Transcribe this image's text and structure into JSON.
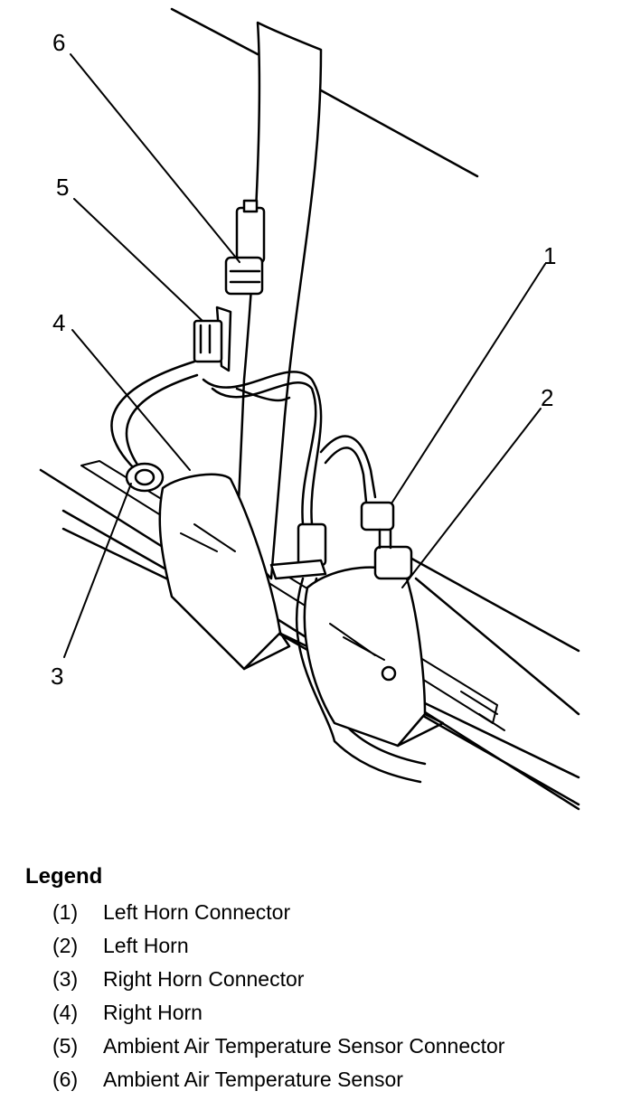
{
  "diagram": {
    "callouts": [
      "1",
      "2",
      "3",
      "4",
      "5",
      "6"
    ]
  },
  "legend": {
    "title": "Legend",
    "items": [
      {
        "num": "(1)",
        "label": "Left Horn Connector"
      },
      {
        "num": "(2)",
        "label": "Left Horn"
      },
      {
        "num": "(3)",
        "label": "Right Horn Connector"
      },
      {
        "num": "(4)",
        "label": "Right Horn"
      },
      {
        "num": "(5)",
        "label": "Ambient Air Temperature Sensor Connector"
      },
      {
        "num": "(6)",
        "label": "Ambient Air Temperature Sensor"
      }
    ]
  }
}
